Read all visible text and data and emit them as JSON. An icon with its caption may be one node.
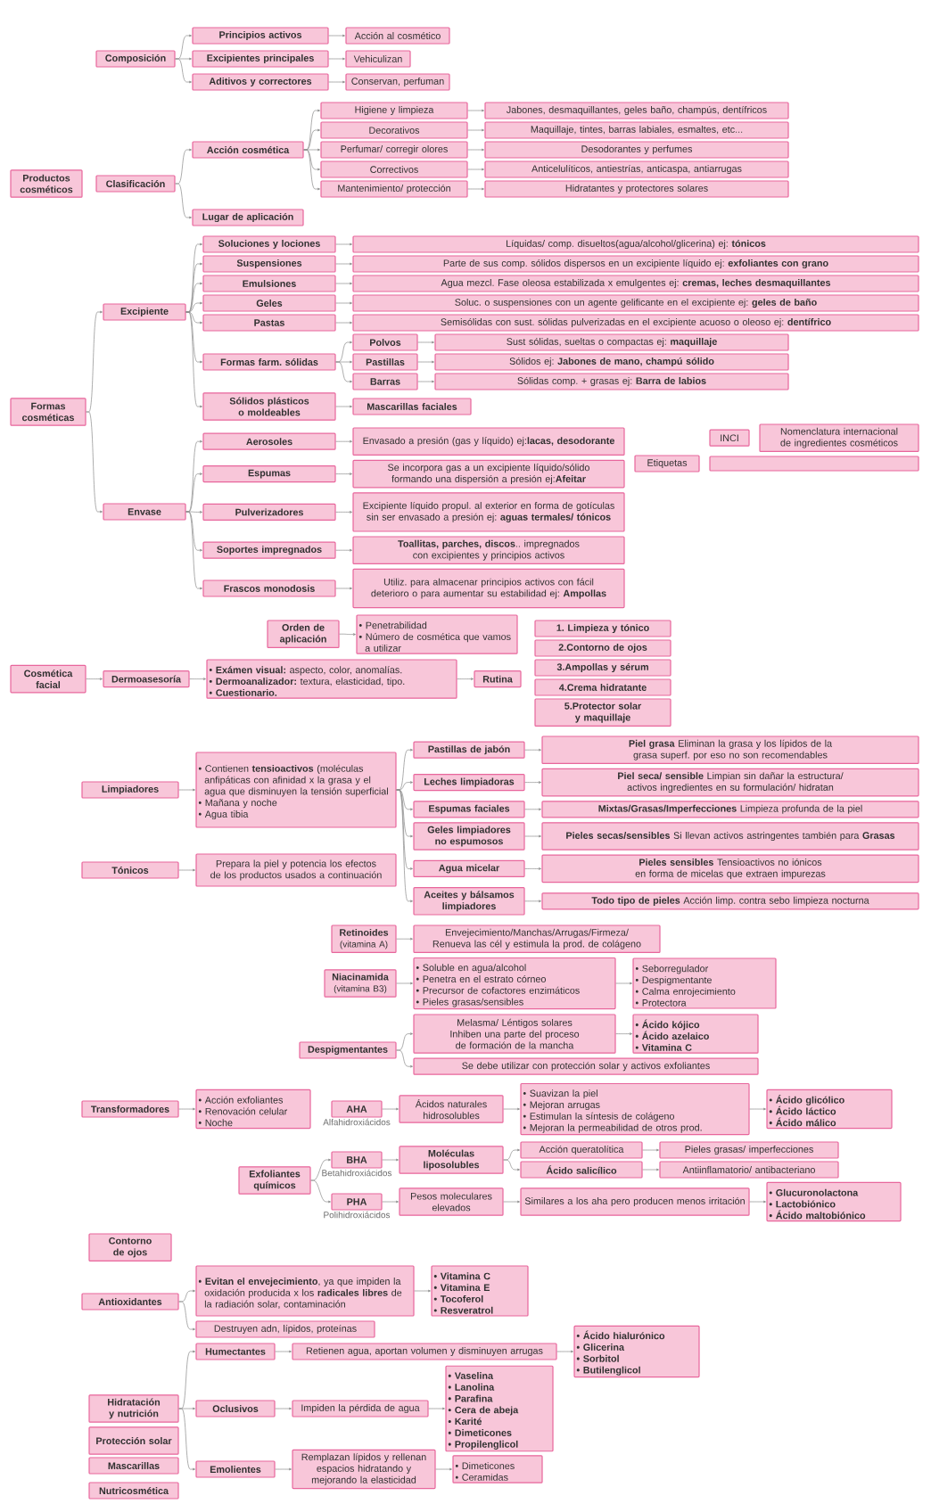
{
  "diagram": {
    "nodes": [
      {
        "text": [
          "Composición"
        ]
      },
      {
        "text": [
          "Principios activos"
        ]
      },
      {
        "text": [
          "Acción al cosmético"
        ]
      },
      {
        "text": [
          "Excipientes principales"
        ]
      },
      {
        "text": [
          "Vehiculizan"
        ]
      },
      {
        "text": [
          "Aditivos y correctores"
        ]
      },
      {
        "text": [
          "Conservan, perfuman"
        ]
      },
      {
        "text": [
          "Productos cosméticos"
        ]
      },
      {
        "text": [
          "Clasificación"
        ]
      },
      {
        "text": [
          "Acción cosmética"
        ]
      },
      {
        "text": [
          "Higiene y limpieza"
        ]
      },
      {
        "text": [
          "Jabones, desmaquillantes, geles baño, champús, dentífricos"
        ]
      },
      {
        "text": [
          "Decorativos"
        ]
      },
      {
        "text": [
          "Maquillaje, tintes, barras labiales, esmaltes, etc..."
        ]
      },
      {
        "text": [
          "Perfumar/ corregir olores"
        ]
      },
      {
        "text": [
          "Desodorantes y perfumes"
        ]
      },
      {
        "text": [
          "Correctivos"
        ]
      },
      {
        "text": [
          "Anticelulíticos, antiestrías, anticaspa, antiarrugas"
        ]
      },
      {
        "text": [
          "Mantenimiento/ protección"
        ]
      },
      {
        "text": [
          "Hidratantes y protectores solares"
        ]
      },
      {
        "text": [
          "Lugar de aplicación"
        ]
      },
      {
        "text": [
          "Formas cosméticas"
        ]
      },
      {
        "text": [
          "Excipiente"
        ]
      },
      {
        "text": [
          "Soluciones y lociones"
        ]
      },
      {
        "text": [
          "Líquidas/ comp. disueltos(agua/alcohol/glicerina) ej: **tónicos**"
        ]
      },
      {
        "text": [
          "Suspensiones"
        ]
      },
      {
        "text": [
          "Parte de sus comp. sólidos dispersos en un excipiente líquido ej: **exfoliantes con grano**"
        ]
      },
      {
        "text": [
          "Emulsiones"
        ]
      },
      {
        "text": [
          "Agua mezcl. Fase oleosa estabilizada x emulgentes ej: **cremas, leches desmaquillantes**"
        ]
      },
      {
        "text": [
          "Geles"
        ]
      },
      {
        "text": [
          "Soluc. o suspensiones con un agente gelificante en el excipiente ej: **geles de baño**"
        ]
      },
      {
        "text": [
          "Pastas"
        ]
      },
      {
        "text": [
          "Semisólidas con sust. sólidas pulverizadas en el excipiente acuoso o oleoso ej: **dentífrico**"
        ]
      },
      {
        "text": [
          "Formas farm. sólidas"
        ]
      },
      {
        "text": [
          "Polvos"
        ]
      },
      {
        "text": [
          "Sust sólidas, sueltas o compactas ej: **maquillaje**"
        ]
      },
      {
        "text": [
          "Pastillas"
        ]
      },
      {
        "text": [
          "Sólidos ej: **Jabones de mano, champú sólido**"
        ]
      },
      {
        "text": [
          "Barras"
        ]
      },
      {
        "text": [
          "Sólidas comp. + grasas ej: **Barra de labios**"
        ]
      },
      {
        "text": [
          "Sólidos plásticos o moldeables"
        ]
      },
      {
        "text": [
          "Mascarillas faciales"
        ]
      },
      {
        "text": [
          "Envase"
        ]
      },
      {
        "text": [
          "Aerosoles"
        ]
      },
      {
        "text": [
          "Envasado a presión (gas y líquido) ej:**lacas, desodorante**"
        ]
      },
      {
        "text": [
          "Espumas"
        ]
      },
      {
        "text": [
          "Se incorpora gas a un excipiente líquido/sólido formando una dispersión a presión ej:**Afeitar**"
        ]
      },
      {
        "text": [
          "Pulverizadores"
        ]
      },
      {
        "text": [
          "Excipiente líquido propul. al exterior en forma de gotículas sin ser envasado a presión ej: **aguas termales/ tónicos**"
        ]
      },
      {
        "text": [
          "Soportes impregnados"
        ]
      },
      {
        "text": [
          "**Toallitas, parches, discos**.. impregnados con excipientes y principios activos"
        ]
      },
      {
        "text": [
          "Frascos monodosis"
        ]
      },
      {
        "text": [
          "Utiliz. para almacenar principios activos con fácil deterioro o para aumentar su estabilidad ej: **Ampollas**"
        ]
      },
      {
        "text": [
          "INCI"
        ]
      },
      {
        "text": [
          "Nomenclatura internacional de ingredientes cosméticos"
        ]
      },
      {
        "text": [],
        "shape": "box"
      },
      {
        "text": [
          "Etiquetas"
        ]
      },
      {
        "text": [
          "Orden de aplicación"
        ]
      },
      {
        "text": [
          "• Penetrabilidad",
          "• Número de cosmética que vamos a utilizar"
        ]
      },
      {
        "text": [
          "1. Limpieza y tónico"
        ]
      },
      {
        "text": [
          "2.Contorno de ojos"
        ]
      },
      {
        "text": [
          "3.Ampollas y sérum"
        ]
      },
      {
        "text": [
          "4.Crema hidratante"
        ]
      },
      {
        "text": [
          "5.Protector solar y maquillaje"
        ]
      },
      {
        "text": [
          "Cosmética facial"
        ]
      },
      {
        "text": [
          "Dermoasesoría"
        ]
      },
      {
        "text": [
          "• **Exámen visual:** aspecto, color, anomalías.",
          "• **Dermoanalizador:** textura, elasticidad, tipo.",
          "• **Cuestionario.**"
        ]
      },
      {
        "text": [
          "Rutina"
        ]
      },
      {
        "text": [
          "Limpiadores"
        ]
      },
      {
        "text": [
          "• Contienen **tensioactivos** (moléculas anfipáticas con afinidad x la grasa y el agua que disminuyen la tensión superficial",
          "• Mañana y noche",
          "• Agua tibia"
        ]
      },
      {
        "text": [
          "Pastillas de jabón"
        ]
      },
      {
        "text": [
          "**Piel grasa** Eliminan la grasa y los lípidos de la grasa superf. por eso no son recomendables"
        ]
      },
      {
        "text": [
          "Leches limpiadoras"
        ]
      },
      {
        "text": [
          "**Piel seca/ sensible** Limpian sin dañar la estructura/ activos ingredientes en su formulación/ hidratan"
        ]
      },
      {
        "text": [
          "Espumas faciales"
        ]
      },
      {
        "text": [
          "**Mixtas/Grasas/Imperfecciones** Limpieza profunda de la piel"
        ]
      },
      {
        "text": [
          "Geles limpiadores no espumosos"
        ]
      },
      {
        "text": [
          "**Pieles secas/sensibles** Si llevan activos astringentes también para **Grasas**"
        ]
      },
      {
        "text": [
          "Agua micelar"
        ]
      },
      {
        "text": [
          "**Pieles sensibles** Tensioactivos no iónicos en forma de micelas que extraen impurezas"
        ]
      },
      {
        "text": [
          "Aceites y bálsamos limpiadores"
        ]
      },
      {
        "text": [
          "**Todo tipo de pieles** Acción limp. contra sebo limpieza nocturna"
        ]
      },
      {
        "text": [
          "Tónicos"
        ]
      },
      {
        "text": [
          "Prepara la piel y potencia los efectos de los productos usados a continuación"
        ]
      },
      {
        "text": [
          "Retinoides",
          "(vitamina A)"
        ]
      },
      {
        "text": [
          "Envejecimiento/Manchas/Arrugas/Firmeza/",
          "Renueva las cél y estimula la prod. de colágeno"
        ]
      },
      {
        "text": [
          "Niacinamida",
          "(vitamina B3)"
        ]
      },
      {
        "text": [
          "• Soluble en agua/alcohol",
          "• Penetra en el estrato córneo",
          "• Precursor de cofactores enzimáticos",
          "• Pieles grasas/sensibles"
        ]
      },
      {
        "text": [
          "• Seborregulador",
          "• Despigmentante",
          "• Calma enrojecimiento",
          "• Protectora"
        ]
      },
      {
        "text": [
          "Despigmentantes"
        ]
      },
      {
        "text": [
          "Melasma/ Léntigos solares",
          "Inhiben una parte del proceso de formación de la mancha"
        ]
      },
      {
        "text": [
          "• Ácido kójico",
          "• Ácido azelaico",
          "• Vitamina C"
        ]
      },
      {
        "text": [
          "Se debe utilizar con protección solar y activos exfoliantes"
        ]
      },
      {
        "text": [
          "Transformadores"
        ]
      },
      {
        "text": [
          "• Acción exfoliantes",
          "• Renovación celular",
          "• Noche"
        ]
      },
      {
        "text": [
          "AHA"
        ],
        "beside": [
          "Alfahidroxiácidos"
        ]
      },
      {
        "text": [
          "Ácidos naturales hidrosolubles"
        ]
      },
      {
        "text": [
          "• Suavizan la piel",
          "• Mejoran arrugas",
          "• Estimulan la síntesis de colágeno",
          "• Mejoran la permeabilidad de otros prod."
        ]
      },
      {
        "text": [
          "• Ácido glicólico",
          "• Ácido láctico",
          "• Ácido málico"
        ]
      },
      {
        "text": [
          "Exfoliantes químicos"
        ]
      },
      {
        "text": [
          "BHA"
        ],
        "beside": [
          "Betahidroxiácidos"
        ]
      },
      {
        "text": [
          "Moléculas liposolubles"
        ]
      },
      {
        "text": [
          "Acción queratolítica"
        ]
      },
      {
        "text": [
          "Pieles grasas/ imperfecciones"
        ]
      },
      {
        "text": [
          "Ácido salicílico"
        ]
      },
      {
        "text": [
          "Antiinflamatorio/ antibacteriano"
        ]
      },
      {
        "text": [
          "PHA"
        ],
        "beside": [
          "Polihidroxiácidos"
        ]
      },
      {
        "text": [
          "Pesos moleculares elevados"
        ]
      },
      {
        "text": [
          "Similares a los aha pero producen menos irritación"
        ]
      },
      {
        "text": [
          "• Glucuronolactona",
          "• Lactobiónico",
          "• Ácido maltobiónico"
        ]
      },
      {
        "text": [
          "Contorno de ojos"
        ]
      },
      {
        "text": [
          "Antioxidantes"
        ]
      },
      {
        "text": [
          "• **Evitan el envejecimiento**, ya que impiden la oxidación producida x los **radicales libres** de la radiación solar, contaminación"
        ]
      },
      {
        "text": [
          "• Vitamina C",
          "• Vitamina E",
          "• Tocoferol",
          "• Resveratrol"
        ]
      },
      {
        "text": [
          "Destruyen adn, lípidos, proteínas"
        ]
      },
      {
        "text": [
          "Hidratación y nutrición"
        ]
      },
      {
        "text": [
          "Humectantes"
        ]
      },
      {
        "text": [
          "Retienen agua, aportan volumen y disminuyen arrugas"
        ]
      },
      {
        "text": [
          "• Ácido hialurónico",
          "• Glicerina",
          "• Sorbitol",
          "• Butilenglicol"
        ]
      },
      {
        "text": [
          "Oclusivos"
        ]
      },
      {
        "text": [
          "Impiden la pérdida de agua"
        ]
      },
      {
        "text": [
          "• Vaselina",
          "• Lanolina",
          "• Parafina",
          "• Cera de abeja",
          "• Karité",
          "• Dimeticones",
          "• Propilenglicol"
        ]
      },
      {
        "text": [
          "Emolientes"
        ]
      },
      {
        "text": [
          "Remplazan lípidos y rellenan espacios hidratando y mejorando la elasticidad"
        ]
      },
      {
        "text": [
          "• Dimeticones",
          "• Ceramidas"
        ]
      },
      {
        "text": [
          "Protección solar"
        ]
      },
      {
        "text": [
          "Mascarillas"
        ]
      },
      {
        "text": [
          "Nutricosmética"
        ]
      }
    ],
    "edges": [
      {
        "from": 0,
        "to": 1,
        "arrow": "to"
      },
      {
        "from": 0,
        "to": 3,
        "arrow": "to"
      },
      {
        "from": 0,
        "to": 5,
        "arrow": "to"
      },
      {
        "from": 1,
        "to": 2,
        "arrow": "to"
      },
      {
        "from": 3,
        "to": 4,
        "arrow": "to"
      },
      {
        "from": 5,
        "to": 6,
        "arrow": "to"
      },
      {
        "from": 8,
        "to": 9,
        "arrow": "to"
      },
      {
        "from": 8,
        "to": 20,
        "arrow": "to"
      },
      {
        "from": 9,
        "to": 10,
        "arrow": "to"
      },
      {
        "from": 9,
        "to": 12,
        "arrow": "to"
      },
      {
        "from": 9,
        "to": 14,
        "arrow": "to"
      },
      {
        "from": 9,
        "to": 16,
        "arrow": "to"
      },
      {
        "from": 9,
        "to": 18,
        "arrow": "to"
      },
      {
        "from": 10,
        "to": 11,
        "arrow": "to"
      },
      {
        "from": 12,
        "to": 13,
        "arrow": "to"
      },
      {
        "from": 14,
        "to": 15,
        "arrow": "to"
      },
      {
        "from": 16,
        "to": 17,
        "arrow": "to"
      },
      {
        "from": 18,
        "to": 19,
        "arrow": "to"
      },
      {
        "from": 21,
        "to": 22,
        "arrow": "to"
      },
      {
        "from": 21,
        "to": 42,
        "arrow": "to"
      },
      {
        "from": 22,
        "to": 23,
        "arrow": "to"
      },
      {
        "from": 22,
        "to": 25,
        "arrow": "to"
      },
      {
        "from": 22,
        "to": 27,
        "arrow": "to"
      },
      {
        "from": 22,
        "to": 29,
        "arrow": "to"
      },
      {
        "from": 22,
        "to": 31,
        "arrow": "to"
      },
      {
        "from": 22,
        "to": 33,
        "arrow": "to"
      },
      {
        "from": 22,
        "to": 40,
        "arrow": "to"
      },
      {
        "from": 23,
        "to": 24,
        "arrow": "to"
      },
      {
        "from": 25,
        "to": 26,
        "arrow": "to"
      },
      {
        "from": 27,
        "to": 28,
        "arrow": "to"
      },
      {
        "from": 29,
        "to": 30,
        "arrow": "to"
      },
      {
        "from": 31,
        "to": 32,
        "arrow": "to"
      },
      {
        "from": 33,
        "to": 34,
        "arrow": "to"
      },
      {
        "from": 33,
        "to": 36,
        "arrow": "to"
      },
      {
        "from": 33,
        "to": 38,
        "arrow": "to"
      },
      {
        "from": 34,
        "to": 35,
        "arrow": "to"
      },
      {
        "from": 36,
        "to": 37,
        "arrow": "to"
      },
      {
        "from": 38,
        "to": 39,
        "arrow": "to"
      },
      {
        "from": 40,
        "to": 41,
        "arrow": "to"
      },
      {
        "from": 42,
        "to": 43,
        "arrow": "to"
      },
      {
        "from": 42,
        "to": 45,
        "arrow": "to"
      },
      {
        "from": 42,
        "to": 47,
        "arrow": "to"
      },
      {
        "from": 42,
        "to": 49,
        "arrow": "to"
      },
      {
        "from": 42,
        "to": 51,
        "arrow": "to"
      },
      {
        "from": 43,
        "to": 44,
        "arrow": "to"
      },
      {
        "from": 45,
        "to": 46,
        "arrow": "to"
      },
      {
        "from": 47,
        "to": 48,
        "arrow": "to"
      },
      {
        "from": 49,
        "to": 50,
        "arrow": "to"
      },
      {
        "from": 51,
        "to": 52,
        "arrow": "to"
      },
      {
        "from": 57,
        "to": 58,
        "arrow": "to"
      },
      {
        "from": 64,
        "to": 65,
        "arrow": "to"
      },
      {
        "from": 65,
        "to": 66,
        "arrow": "to"
      },
      {
        "from": 66,
        "to": 67,
        "arrow": "to"
      },
      {
        "from": 68,
        "to": 69,
        "arrow": "to"
      },
      {
        "from": 69,
        "to": 70,
        "arrow": "to"
      },
      {
        "from": 69,
        "to": 72,
        "arrow": "to"
      },
      {
        "from": 69,
        "to": 74,
        "arrow": "to"
      },
      {
        "from": 69,
        "to": 76,
        "arrow": "to"
      },
      {
        "from": 69,
        "to": 78,
        "arrow": "to"
      },
      {
        "from": 69,
        "to": 80,
        "arrow": "to"
      },
      {
        "from": 70,
        "to": 71,
        "arrow": "to"
      },
      {
        "from": 72,
        "to": 73,
        "arrow": "to"
      },
      {
        "from": 74,
        "to": 75,
        "arrow": "to"
      },
      {
        "from": 76,
        "to": 77,
        "arrow": "to"
      },
      {
        "from": 78,
        "to": 79,
        "arrow": "to"
      },
      {
        "from": 80,
        "to": 81,
        "arrow": "to"
      },
      {
        "from": 82,
        "to": 83,
        "arrow": "to"
      },
      {
        "from": 84,
        "to": 85,
        "arrow": "to"
      },
      {
        "from": 86,
        "to": 87,
        "arrow": "to"
      },
      {
        "from": 87,
        "to": 88,
        "arrow": "to"
      },
      {
        "from": 89,
        "to": 90,
        "arrow": "to"
      },
      {
        "from": 89,
        "to": 92,
        "arrow": "to"
      },
      {
        "from": 90,
        "to": 91,
        "arrow": "to"
      },
      {
        "from": 93,
        "to": 94,
        "arrow": "to"
      },
      {
        "from": 95,
        "to": 96,
        "arrow": "to"
      },
      {
        "from": 96,
        "to": 97,
        "arrow": "to"
      },
      {
        "from": 97,
        "to": 98,
        "arrow": "to"
      },
      {
        "from": 99,
        "to": 100,
        "arrow": "to"
      },
      {
        "from": 99,
        "to": 106,
        "arrow": "to"
      },
      {
        "from": 100,
        "to": 101,
        "arrow": "to"
      },
      {
        "from": 101,
        "to": 102,
        "arrow": "to"
      },
      {
        "from": 101,
        "to": 104,
        "arrow": "to"
      },
      {
        "from": 102,
        "to": 103,
        "arrow": "to"
      },
      {
        "from": 104,
        "to": 105,
        "arrow": "to"
      },
      {
        "from": 106,
        "to": 107,
        "arrow": "to"
      },
      {
        "from": 107,
        "to": 108,
        "arrow": "to"
      },
      {
        "from": 108,
        "to": 109,
        "arrow": "to"
      },
      {
        "from": 111,
        "to": 112,
        "arrow": "to"
      },
      {
        "from": 111,
        "to": 114,
        "arrow": "to"
      },
      {
        "from": 112,
        "to": 113,
        "arrow": "to"
      },
      {
        "from": 115,
        "to": 116,
        "arrow": "to"
      },
      {
        "from": 115,
        "to": 119,
        "arrow": "to"
      },
      {
        "from": 115,
        "to": 122,
        "arrow": "to"
      },
      {
        "from": 116,
        "to": 117,
        "arrow": "to"
      },
      {
        "from": 117,
        "to": 118,
        "arrow": "to"
      },
      {
        "from": 119,
        "to": 120,
        "arrow": "to"
      },
      {
        "from": 120,
        "to": 121,
        "arrow": "to"
      },
      {
        "from": 122,
        "to": 123,
        "arrow": "to"
      },
      {
        "from": 123,
        "to": 124,
        "arrow": "to"
      }
    ]
  }
}
